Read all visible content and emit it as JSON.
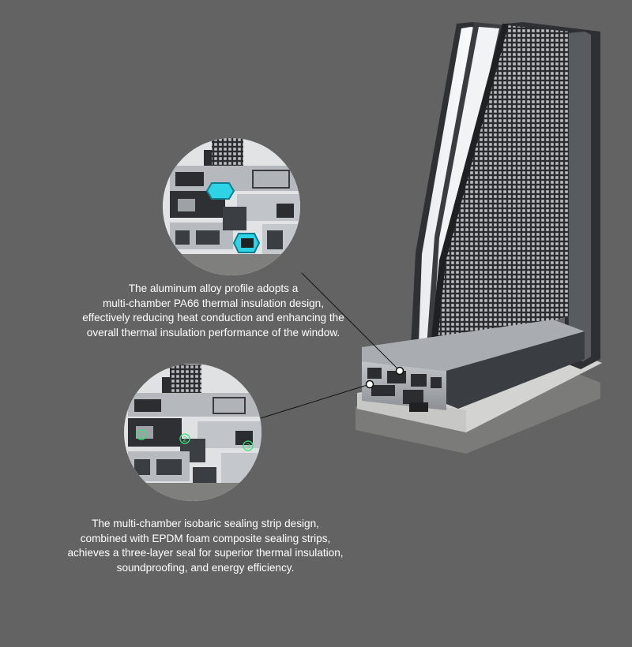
{
  "callouts": [
    {
      "lines": [
        "The aluminum alloy profile adopts a",
        "multi-chamber PA66 thermal insulation design,",
        "effectively reducing heat conduction and enhancing the",
        "overall thermal insulation performance of the window."
      ]
    },
    {
      "lines": [
        "The multi-chamber isobaric sealing strip design,",
        "combined with EPDM foam composite sealing strips,",
        "achieves a three-layer seal for superior thermal insulation,",
        "soundproofing, and energy efficiency."
      ],
      "seal_markers": [
        "①",
        "②",
        "③"
      ]
    }
  ],
  "colors": {
    "background": "#636363",
    "frame": "#2e3033",
    "profile": "#a7abb0",
    "insulation_strip": "#2fd3e6",
    "seal_marker": "#3fe07a",
    "caption_text": "#ffffff"
  }
}
